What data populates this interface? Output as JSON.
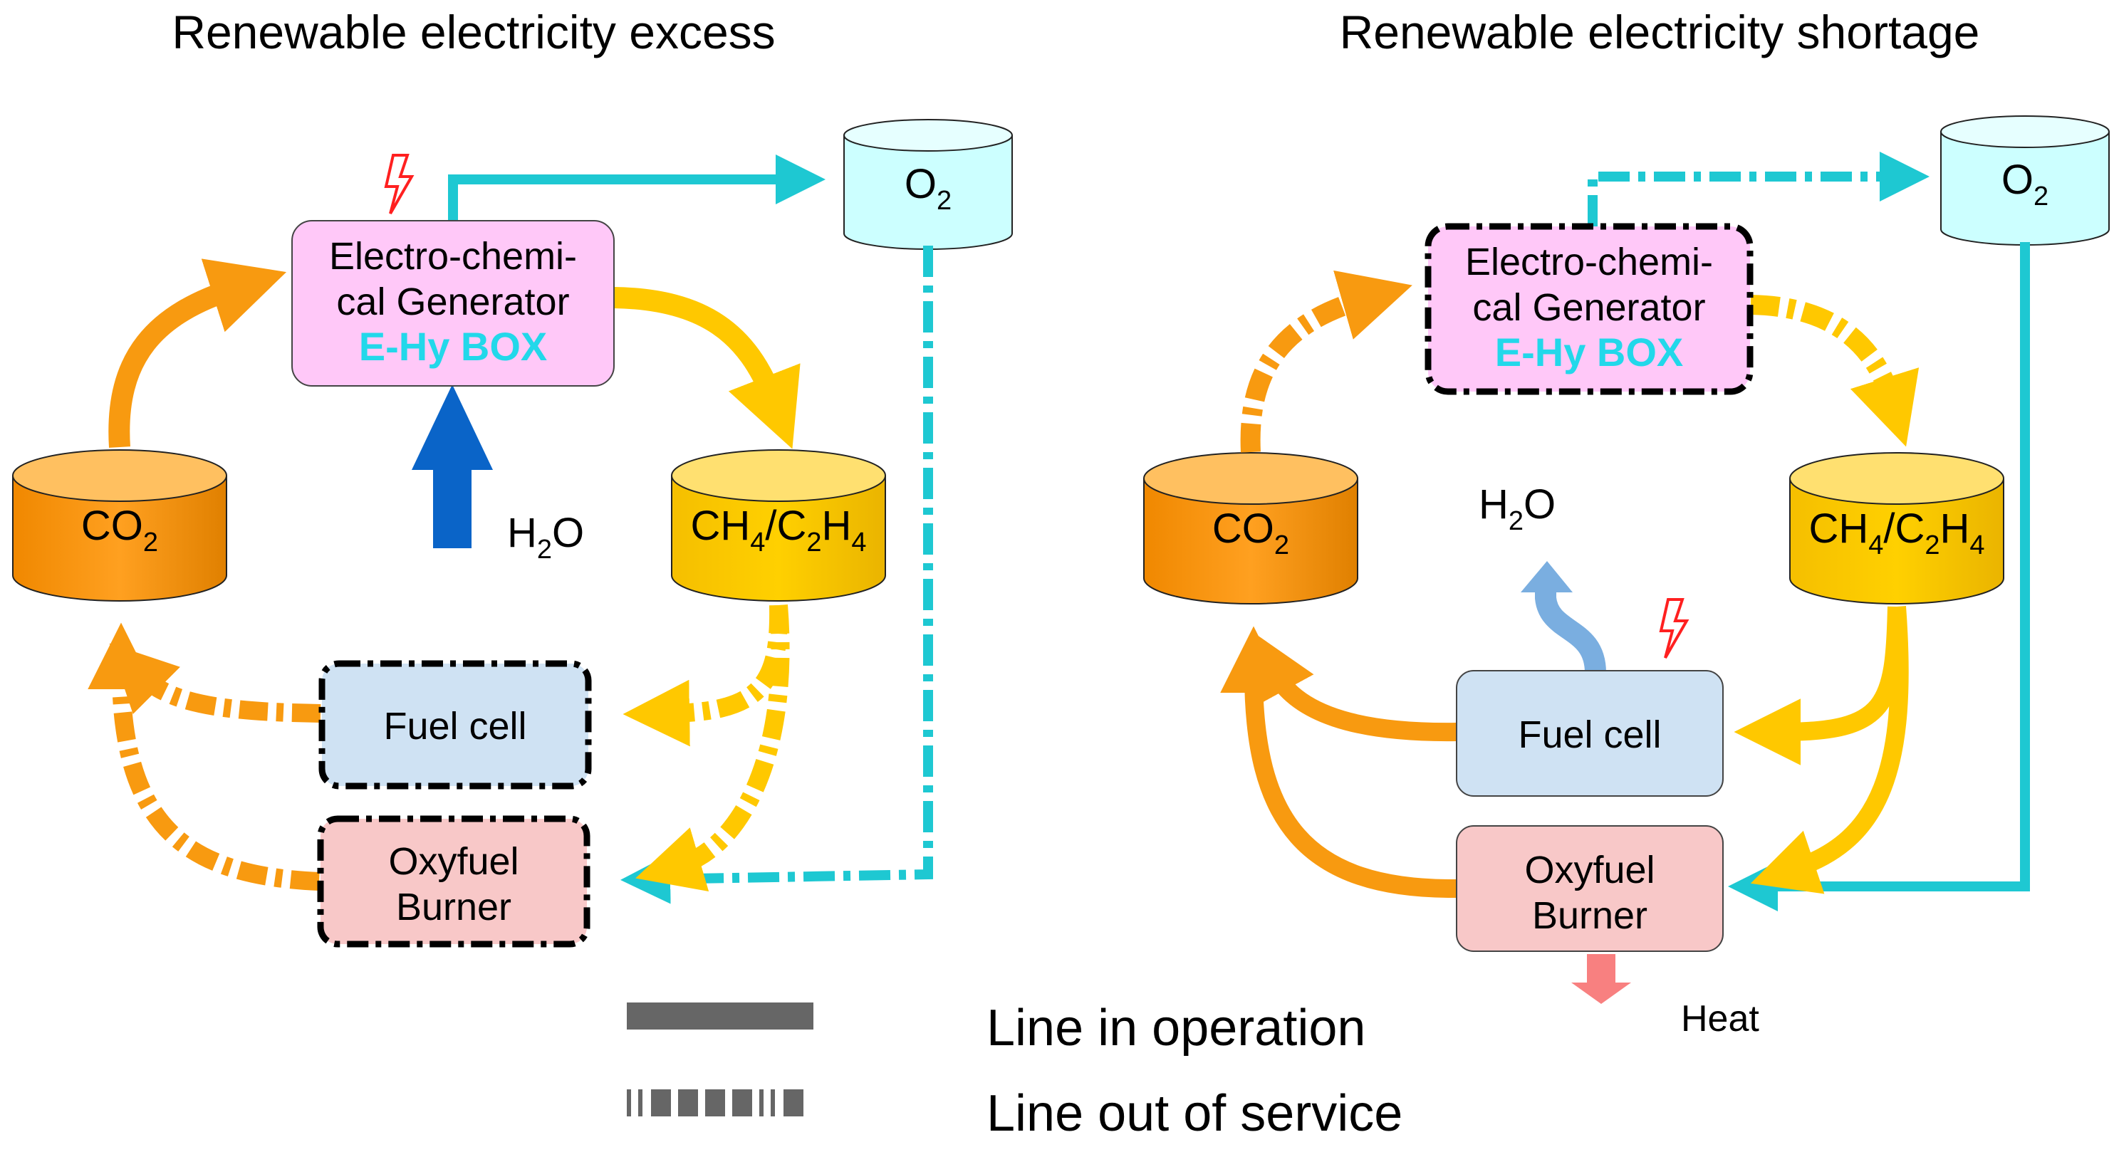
{
  "panels": {
    "excess": {
      "title": "Renewable electricity excess",
      "generator_line1": "Electro-chemi-",
      "generator_line2": "cal Generator",
      "generator_brand": "E-Hy BOX",
      "o2": "O",
      "o2_sub": "2",
      "co2": "CO",
      "co2_sub": "2",
      "h2o_h": "H",
      "h2o_sub": "2",
      "h2o_o": "O",
      "fuel_ch": "CH",
      "fuel_sub1": "4",
      "fuel_mid": "/C",
      "fuel_sub2": "2",
      "fuel_h": "H",
      "fuel_sub3": "4",
      "fuel_cell": "Fuel cell",
      "burner_line1": "Oxyfuel",
      "burner_line2": "Burner"
    },
    "shortage": {
      "title": "Renewable electricity shortage",
      "generator_line1": "Electro-chemi-",
      "generator_line2": "cal Generator",
      "generator_brand": "E-Hy BOX",
      "o2": "O",
      "o2_sub": "2",
      "co2": "CO",
      "co2_sub": "2",
      "h2o_h": "H",
      "h2o_sub": "2",
      "h2o_o": "O",
      "fuel_ch": "CH",
      "fuel_sub1": "4",
      "fuel_mid": "/C",
      "fuel_sub2": "2",
      "fuel_h": "H",
      "fuel_sub3": "4",
      "fuel_cell": "Fuel cell",
      "burner_line1": "Oxyfuel",
      "burner_line2": "Burner",
      "heat": "Heat"
    }
  },
  "legend": {
    "in_operation": "Line in operation",
    "out_of_service": "Line out of service"
  },
  "colors": {
    "orange": "#f89a10",
    "yellow": "#ffc800",
    "cyan": "#1ec8d2",
    "blue": "#0a64c8",
    "light_blue": "#7aaee0",
    "heat": "#f88080",
    "generator_fill": "#ffc8f8",
    "fuel_cell_fill": "#cfe2f3",
    "burner_fill": "#f8c8c8",
    "o2_fill": "#ccffff",
    "co2_fill": "#f89800",
    "ch4_fill": "#ffc800"
  }
}
